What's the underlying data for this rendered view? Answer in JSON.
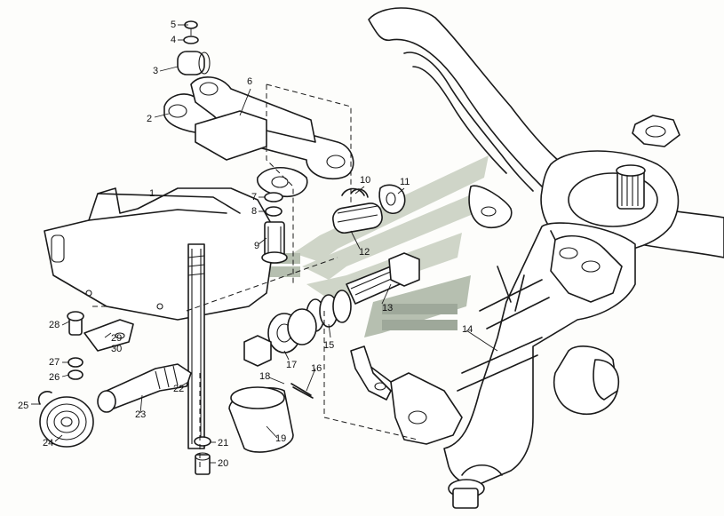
{
  "watermark_colors": {
    "light": "#c8cfc0",
    "mid": "#aab5a4",
    "dark": "#8e9a8a"
  },
  "callouts": [
    {
      "id": "c1",
      "text": "1"
    },
    {
      "id": "c2",
      "text": "2"
    },
    {
      "id": "c3",
      "text": "3"
    },
    {
      "id": "c4",
      "text": "4"
    },
    {
      "id": "c5",
      "text": "5"
    },
    {
      "id": "c6",
      "text": "6"
    },
    {
      "id": "c7",
      "text": "7"
    },
    {
      "id": "c8",
      "text": "8"
    },
    {
      "id": "c9",
      "text": "9"
    },
    {
      "id": "c10",
      "text": "10"
    },
    {
      "id": "c11",
      "text": "11"
    },
    {
      "id": "c12",
      "text": "12"
    },
    {
      "id": "c13",
      "text": "13"
    },
    {
      "id": "c14",
      "text": "14"
    },
    {
      "id": "c15",
      "text": "15"
    },
    {
      "id": "c16",
      "text": "16"
    },
    {
      "id": "c17",
      "text": "17"
    },
    {
      "id": "c18",
      "text": "18"
    },
    {
      "id": "c19",
      "text": "19"
    },
    {
      "id": "c20",
      "text": "20"
    },
    {
      "id": "c21",
      "text": "21"
    },
    {
      "id": "c22",
      "text": "22"
    },
    {
      "id": "c23",
      "text": "23"
    },
    {
      "id": "c24",
      "text": "24"
    },
    {
      "id": "c25",
      "text": "25"
    },
    {
      "id": "c26",
      "text": "26"
    },
    {
      "id": "c27",
      "text": "27"
    },
    {
      "id": "c28",
      "text": "28"
    },
    {
      "id": "c29",
      "text": "29"
    },
    {
      "id": "c30",
      "text": "30"
    }
  ]
}
